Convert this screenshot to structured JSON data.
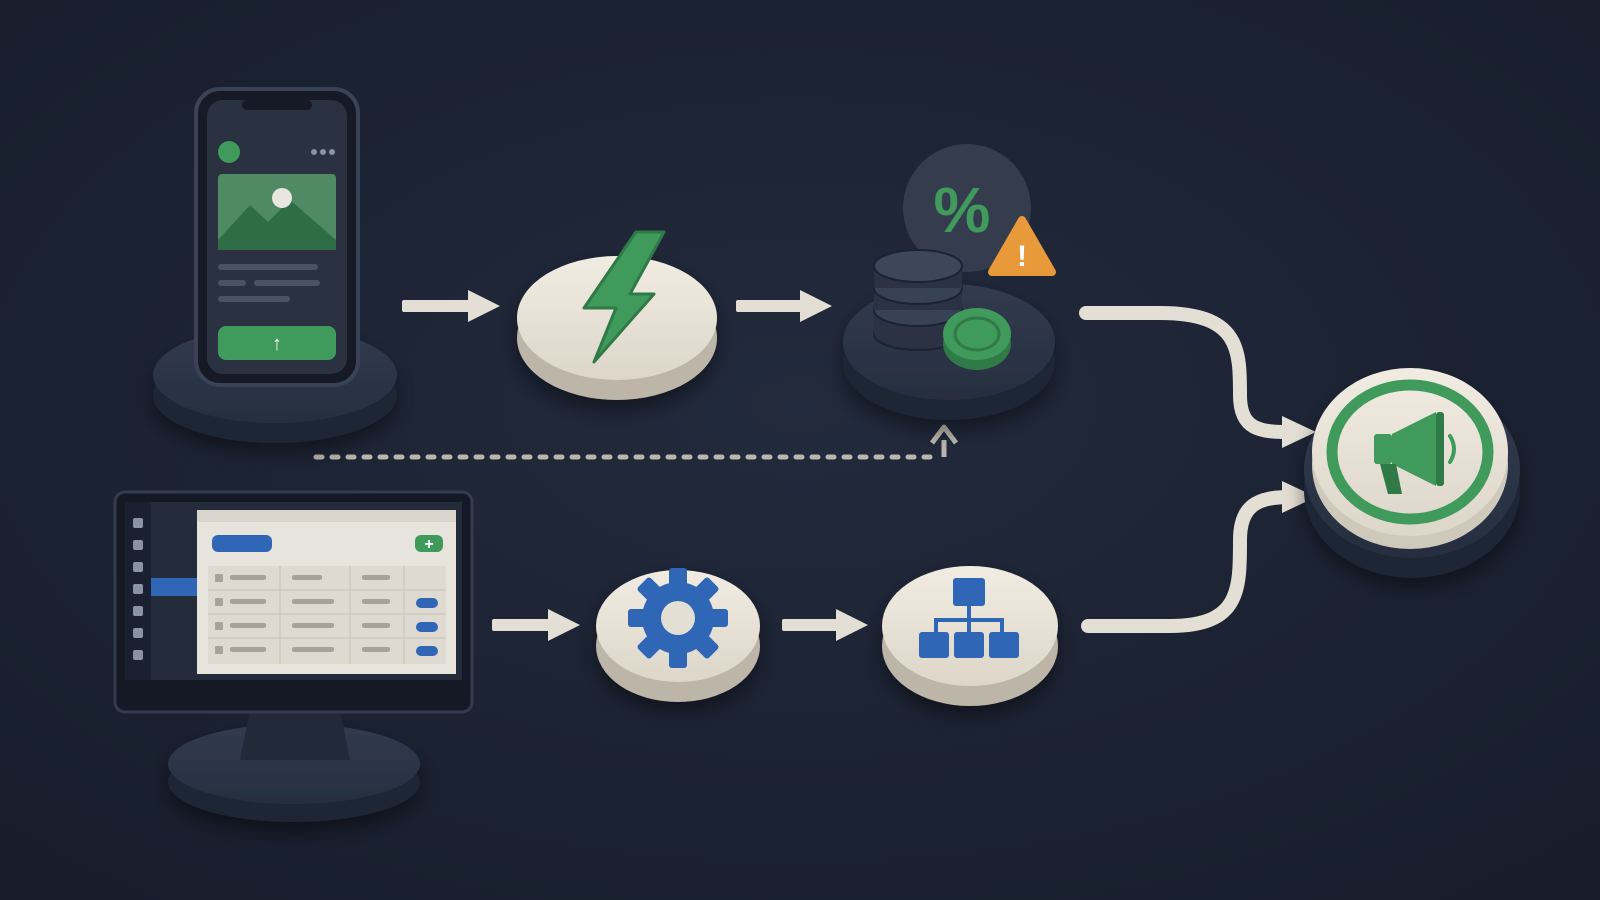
{
  "diagram": {
    "nodes": [
      {
        "id": "mobile-app",
        "icon": "smartphone-icon",
        "shape": "device"
      },
      {
        "id": "event-trigger",
        "icon": "lightning-bolt-icon",
        "shape": "disc-light"
      },
      {
        "id": "rules-engine",
        "icon": "coin-stack-icon",
        "badges": [
          "percent-icon",
          "warning-icon"
        ],
        "shape": "disc-dark"
      },
      {
        "id": "web-dashboard",
        "icon": "desktop-monitor-icon",
        "shape": "device"
      },
      {
        "id": "configuration",
        "icon": "gear-icon",
        "shape": "disc-light"
      },
      {
        "id": "segmentation",
        "icon": "hierarchy-icon",
        "shape": "disc-light"
      },
      {
        "id": "campaign-broadcast",
        "icon": "megaphone-icon",
        "shape": "disc-ring"
      }
    ],
    "edges": [
      {
        "from": "mobile-app",
        "to": "event-trigger",
        "style": "solid"
      },
      {
        "from": "event-trigger",
        "to": "rules-engine",
        "style": "solid"
      },
      {
        "from": "rules-engine",
        "to": "campaign-broadcast",
        "style": "solid-curved"
      },
      {
        "from": "web-dashboard",
        "to": "rules-engine",
        "style": "dotted"
      },
      {
        "from": "web-dashboard",
        "to": "configuration",
        "style": "solid"
      },
      {
        "from": "configuration",
        "to": "segmentation",
        "style": "solid"
      },
      {
        "from": "segmentation",
        "to": "campaign-broadcast",
        "style": "solid-curved"
      }
    ]
  },
  "colors": {
    "background": "#1b2233",
    "accent_green": "#3f9a5c",
    "accent_blue": "#2f66b5",
    "warning": "#e89a3a",
    "cream": "#e4dfd4",
    "dark_disc": "#2a3244"
  },
  "ui_glyphs": {
    "percent_symbol": "%",
    "warning_symbol": "!",
    "upload_arrow": "↑",
    "add_symbol": "+"
  }
}
